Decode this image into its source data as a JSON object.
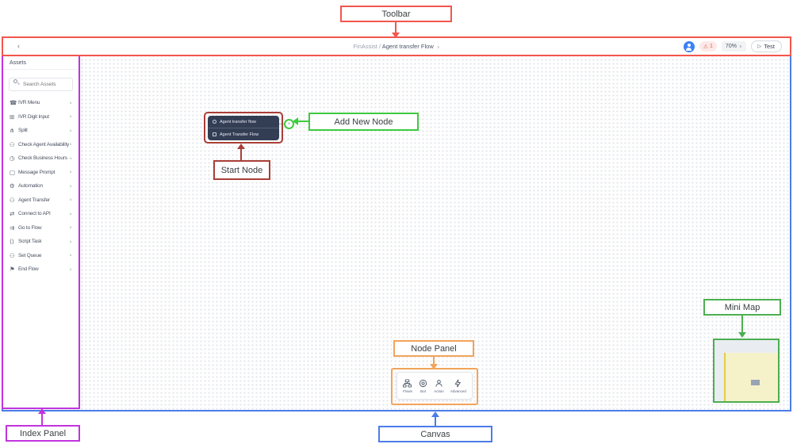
{
  "annotations": {
    "toolbar": {
      "label": "Toolbar"
    },
    "add_new_node": {
      "label": "Add New Node"
    },
    "start_node": {
      "label": "Start Node"
    },
    "node_panel": {
      "label": "Node Panel"
    },
    "mini_map": {
      "label": "Mini Map"
    },
    "index_panel": {
      "label": "Index Panel"
    },
    "canvas": {
      "label": "Canvas"
    }
  },
  "colors": {
    "annotation_red": "#f2564d",
    "annotation_dark_red": "#a93f38",
    "annotation_green": "#3ecb3e",
    "annotation_minimap_green": "#4caf50",
    "annotation_purple": "#c234dd",
    "annotation_blue": "#4a7de8",
    "annotation_orange": "#f2a45c",
    "avatar_blue": "#3b82f6",
    "warning_red": "#e05a4f",
    "start_node_bg": "#333e54",
    "minimap_viewport_yellow": "#f5f1c9"
  },
  "toolbar": {
    "back_icon": "‹",
    "breadcrumb": {
      "parent": "FinAssist",
      "separator": "/",
      "current": "Agent transfer Flow"
    },
    "chevron": "∨",
    "warning": {
      "icon": "⚠",
      "count": "1"
    },
    "zoom_level": "70%",
    "test": {
      "icon": "▷",
      "label": "Test"
    }
  },
  "sidebar": {
    "title": "Assets",
    "search_placeholder": "Search Assets",
    "chevron": "∨",
    "items": [
      {
        "label": "IVR Menu",
        "glyph": "☎"
      },
      {
        "label": "IVR Digit Input",
        "glyph": "⊞"
      },
      {
        "label": "Split",
        "glyph": "⋔"
      },
      {
        "label": "Check Agent Availability",
        "glyph": "⚇"
      },
      {
        "label": "Check Business Hours",
        "glyph": "◷"
      },
      {
        "label": "Message Prompt",
        "glyph": "▢"
      },
      {
        "label": "Automation",
        "glyph": "⚙"
      },
      {
        "label": "Agent Transfer",
        "glyph": "⚇"
      },
      {
        "label": "Connect to API",
        "glyph": "⇄"
      },
      {
        "label": "Go to Flow",
        "glyph": "⇉"
      },
      {
        "label": "Script Task",
        "glyph": "⟨⟩"
      },
      {
        "label": "Set Queue",
        "glyph": "⚇"
      },
      {
        "label": "End Flow",
        "glyph": "⚑"
      }
    ]
  },
  "canvas": {
    "start_node": {
      "header": "Agent transfer flow",
      "body": "Agent Transfer Flow"
    },
    "add_node": "+"
  },
  "node_panel": {
    "items": [
      {
        "label": "Flows"
      },
      {
        "label": "Bot"
      },
      {
        "label": "Action"
      },
      {
        "label": "Advanced"
      }
    ]
  }
}
